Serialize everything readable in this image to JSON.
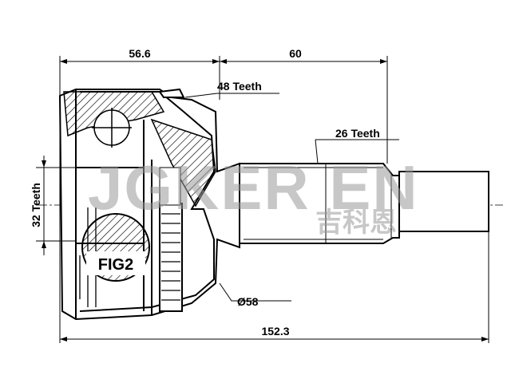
{
  "dimensions": {
    "left_length": "56.6",
    "right_length": "60",
    "total_length": "152.3",
    "diameter": "Ø58"
  },
  "labels": {
    "outer_teeth": "48 Teeth",
    "shaft_teeth": "26 Teeth",
    "inner_teeth": "32 Teeth",
    "figure": "FIG2"
  },
  "watermark": {
    "latin": "JGKER EN",
    "chinese": "吉科恩"
  }
}
